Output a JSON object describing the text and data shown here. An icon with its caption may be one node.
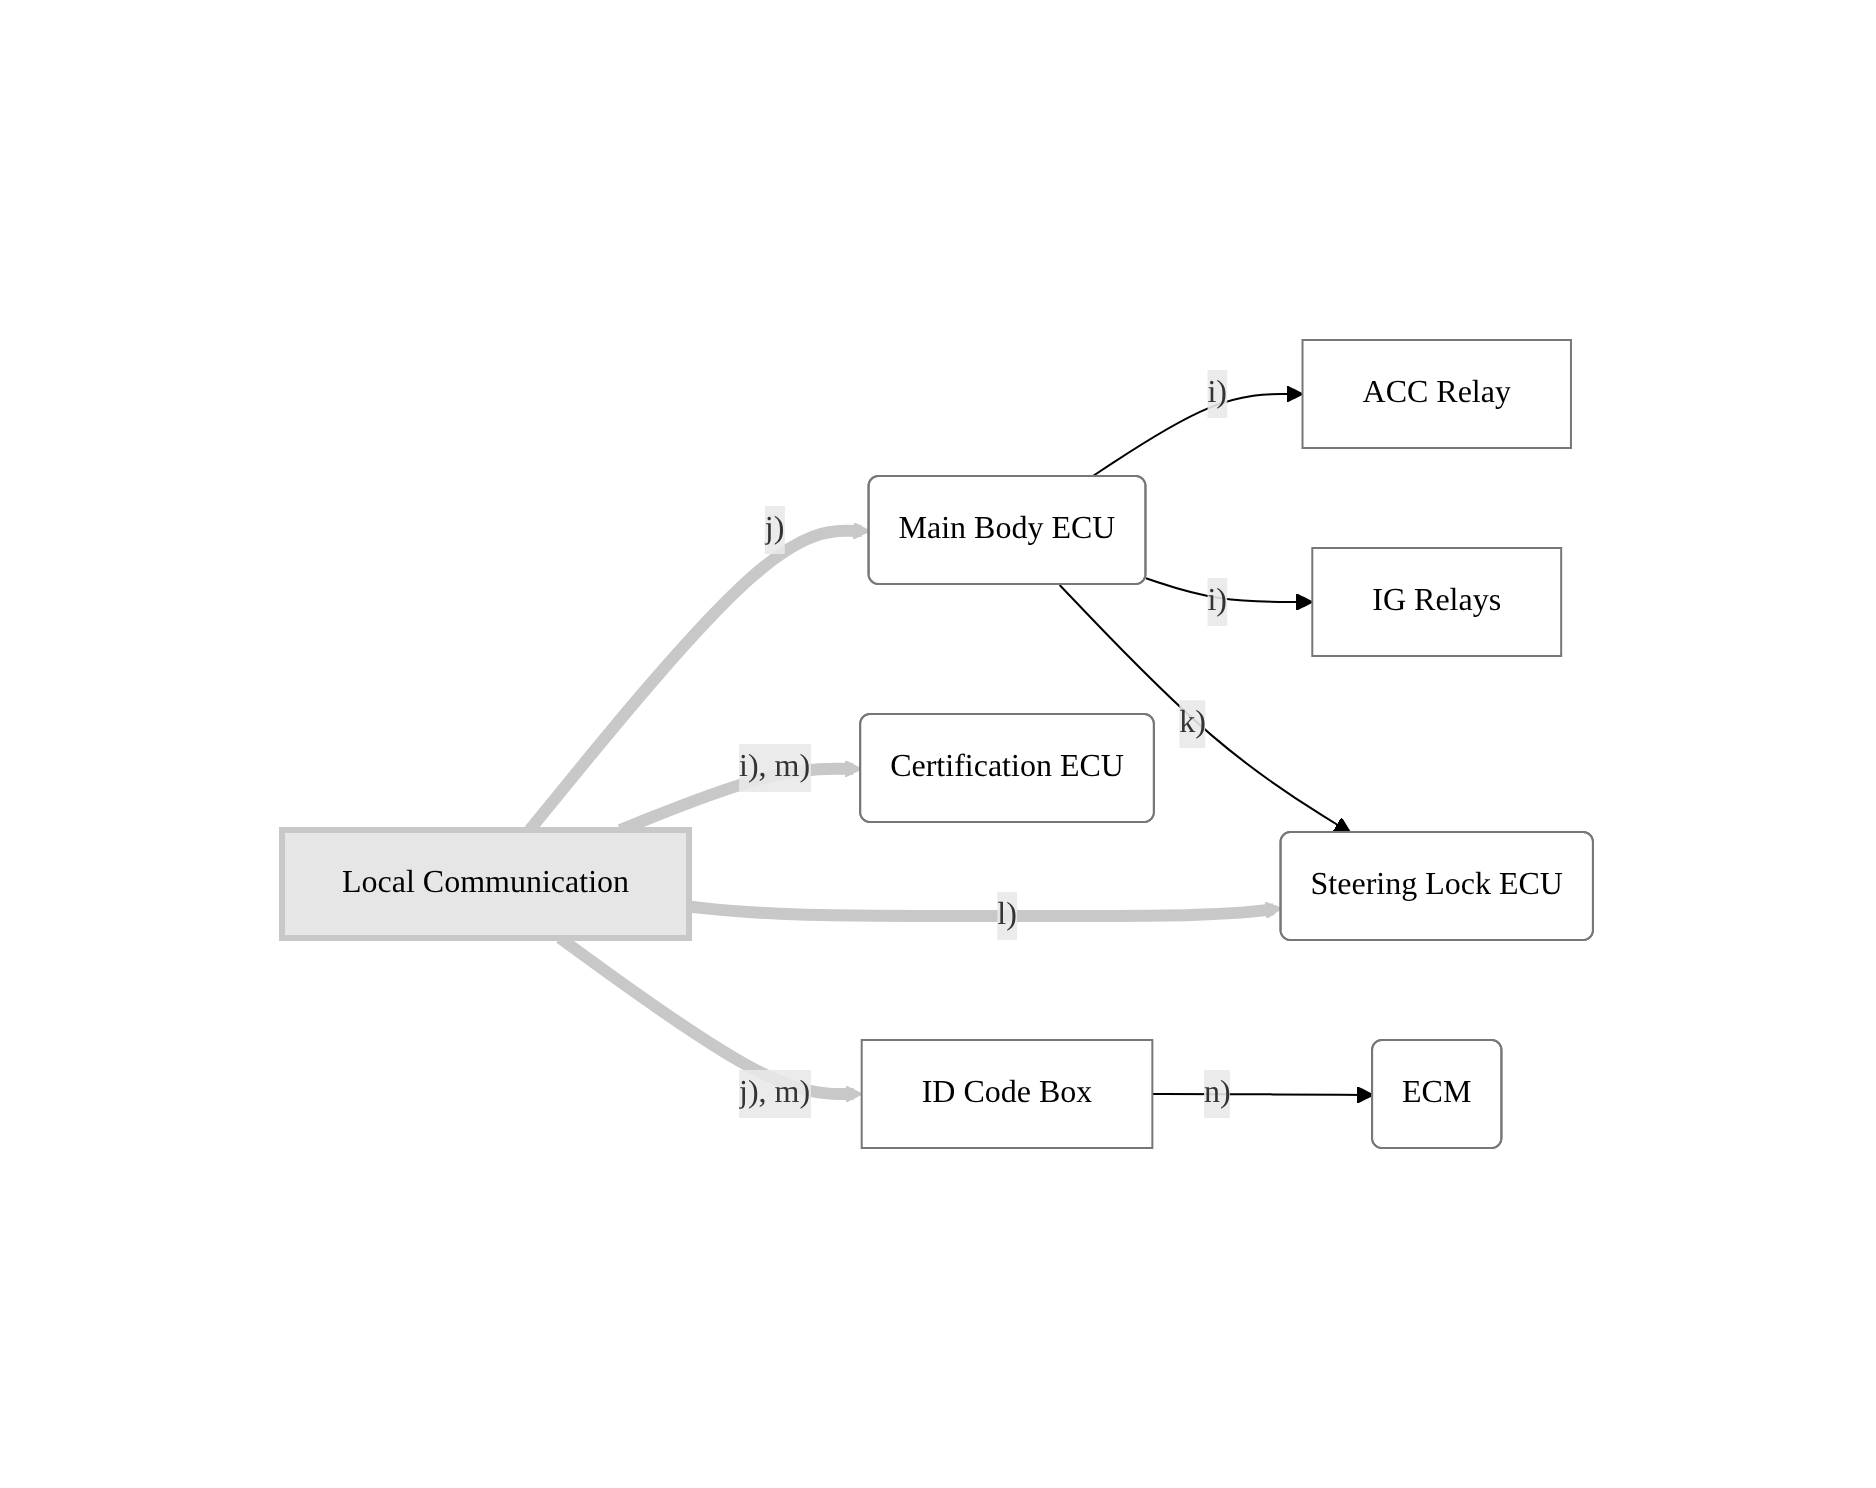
{
  "diagram": {
    "nodes": [
      {
        "text": [
          "Main Body ECU"
        ]
      },
      {
        "text": [
          "ACC Relay"
        ]
      },
      {
        "text": [
          "IG Relays"
        ]
      },
      {
        "text": [
          "Steering Lock ECU"
        ]
      },
      {
        "text": [
          "Local Communication"
        ]
      },
      {
        "text": [
          "Certification ECU"
        ]
      },
      {
        "text": [
          "ID Code Box"
        ]
      },
      {
        "text": [
          "ECM"
        ]
      }
    ],
    "edges": [
      {
        "from": 0,
        "to": 1,
        "arrow": "to",
        "label": "i)"
      },
      {
        "from": 0,
        "to": 2,
        "arrow": "to",
        "label": "i)"
      },
      {
        "from": 0,
        "to": 3,
        "arrow": "to",
        "label": "k)"
      },
      {
        "from": 4,
        "to": 0,
        "arrow": "to",
        "label": "j)",
        "style": "thick",
        "color": "#c8c8c8"
      },
      {
        "from": 4,
        "to": 3,
        "arrow": "to",
        "label": "l)",
        "style": "thick",
        "color": "#c8c8c8"
      },
      {
        "from": 4,
        "to": 5,
        "arrow": "to",
        "label": "i), m)",
        "style": "thick",
        "color": "#c8c8c8"
      },
      {
        "from": 4,
        "to": 6,
        "arrow": "to",
        "label": "j), m)",
        "style": "thick",
        "color": "#c8c8c8"
      },
      {
        "from": 6,
        "to": 7,
        "arrow": "to",
        "label": "n)"
      }
    ]
  }
}
